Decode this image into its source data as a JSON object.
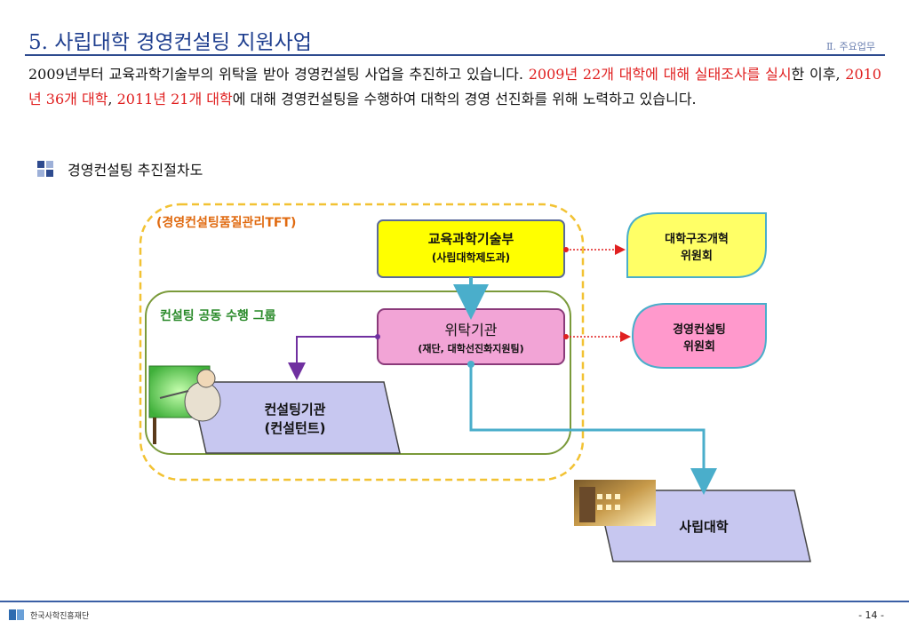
{
  "header": {
    "title": "5. 사립대학 경영컨설팅 지원사업",
    "section": "Ⅱ. 주요업무"
  },
  "intro": {
    "s1": "2009년부터 교육과학기술부의 위탁을 받아 경영컨설팅 사업을 추진하고 있습니다. ",
    "r1": "2009년 22개 대학에 대해 실태조사를 실시",
    "s2": "한 이후, ",
    "r2": "2010년 36개 대학",
    "s3": ", ",
    "r3": "2011년 21개 대학",
    "s4": "에 대해 경영컨설팅을 수행하여 대학의 경영 선진화를 위해 노력하고 있습니다."
  },
  "bullet": {
    "label": "경영컨설팅 추진절차도"
  },
  "diagram": {
    "tft_label": "(경영컨설팅품질관리TFT)",
    "group_label": "컨설팅 공동 수행 그룹",
    "ministry": {
      "name": "교육과학기술부",
      "dept": "(사립대학제도과)"
    },
    "restructuring_committee": {
      "line1": "대학구조개혁",
      "line2": "위원회"
    },
    "agency": {
      "name": "위탁기관",
      "sub": "(재단, 대학선진화지원팀)"
    },
    "consulting_committee": {
      "line1": "경영컨설팅",
      "line2": "위원회"
    },
    "firm": {
      "line1": "컨설팅기관",
      "line2": "(컨설턴트)"
    },
    "university": {
      "name": "사립대학"
    }
  },
  "footer": {
    "org": "한국사학진흥재단",
    "page": "- 14 -"
  },
  "colors": {
    "title": "#1f3f8f",
    "highlight": "#e02020",
    "tft_border": "#f2c233",
    "group_border": "#7a9a3a",
    "ministry_fill": "#ffff00",
    "agency_fill": "#f2a4d6",
    "committee_fill": "#ffff66",
    "consulting_committee_fill": "#ff99cc",
    "parallelogram_fill": "#c7c7f0",
    "arrow_blue": "#4aaecb",
    "arrow_purple": "#7030a0",
    "dotted_red": "#e02020"
  },
  "icons": {
    "bullet": "four-squares-icon",
    "consultant": "presenter-illustration",
    "university": "building-illustration",
    "logo": "foundation-logo-icon"
  }
}
